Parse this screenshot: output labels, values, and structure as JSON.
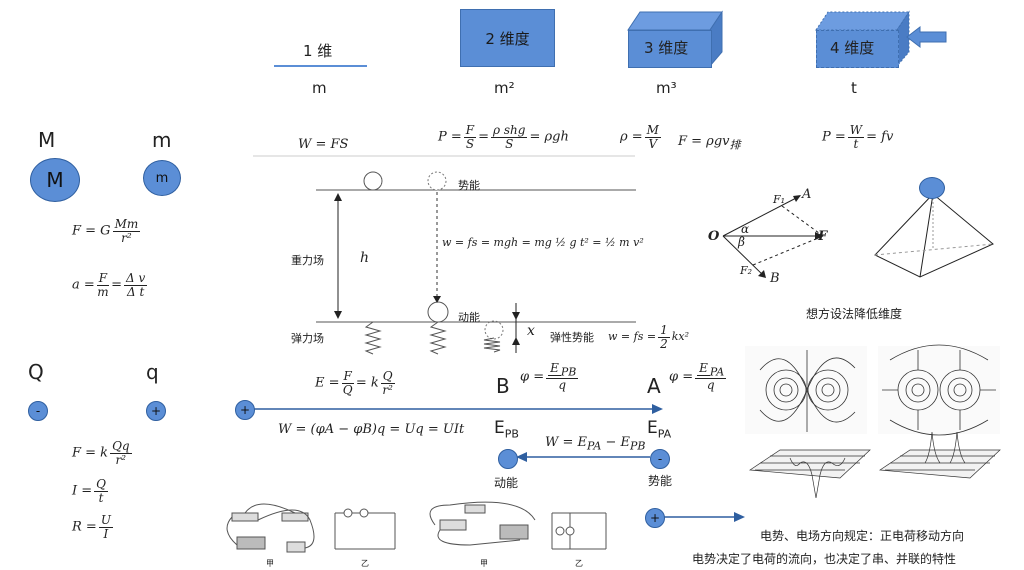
{
  "dimensions": {
    "d1": {
      "label": "1 维",
      "unit": "m"
    },
    "d2": {
      "label": "2 维度",
      "unit": "m²"
    },
    "d3": {
      "label": "3 维度",
      "unit": "m³"
    },
    "d4": {
      "label": "4 维度",
      "unit": "t"
    }
  },
  "mass": {
    "M_label": "M",
    "M_ball": "M",
    "m_label": "m",
    "m_ball": "m",
    "gravity_formula": [
      "F = G",
      "Mm",
      "r²"
    ],
    "accel_formula": [
      "a =",
      "F",
      "m",
      "=",
      "Δ v",
      "Δ t"
    ]
  },
  "charge": {
    "Q_label": "Q",
    "q_label": "q",
    "neg_sign": "-",
    "pos_sign": "+",
    "coulomb": [
      "F = k",
      "Qq",
      "r²"
    ],
    "current": [
      "I =",
      "Q",
      "t"
    ],
    "resistance": [
      "R =",
      "U",
      "I"
    ]
  },
  "top_formulas": {
    "work": "W = FS",
    "pressure": [
      "P =",
      "F",
      "S",
      "=",
      "ρ shg",
      "S",
      "= ρgh"
    ],
    "density": [
      "ρ =",
      "M",
      "V"
    ],
    "buoyancy": "F = ρgv",
    "buoyancy_sub": "排",
    "power": [
      "P =",
      "W",
      "t",
      "= fv"
    ]
  },
  "energy_diagram": {
    "potential": "势能",
    "kinetic": "动能",
    "gravity_field": "重力场",
    "elastic_field": "弹力场",
    "h": "h",
    "x": "x",
    "elastic_potential": "弹性势能",
    "work_gravity": "w = fs = mgh = mg ½ g t² = ½ m v²",
    "work_spring": [
      "w = fs =",
      "1",
      "2",
      "kx²"
    ]
  },
  "electric": {
    "E_formula": [
      "E =",
      "F",
      "Q",
      "= k",
      "Q",
      "r²"
    ],
    "B_label": "B",
    "A_label": "A",
    "phiB": [
      "φ =",
      "E",
      "PB",
      "q"
    ],
    "phiA": [
      "φ =",
      "E",
      "PA",
      "q"
    ],
    "work_formula": "W = (φA − φB)q = Uq = UIt",
    "EPB": "E",
    "EPB_sub": "PB",
    "EPA": "E",
    "EPA_sub": "PA",
    "WE": "W = E",
    "WE_sub1": "PA",
    "WE_mid": " − E",
    "WE_sub2": "PB",
    "kinetic": "动能",
    "potential": "势能",
    "plus": "+",
    "minus": "-"
  },
  "vector": {
    "O": "O",
    "A": "A",
    "B": "B",
    "F": "F",
    "F1": "F₁",
    "F2": "F₂",
    "alpha": "α",
    "beta": "β"
  },
  "caption_reduce": "想方设法降低维度",
  "caption_line1": "电势、电场方向规定：正电荷移动方向",
  "caption_line2": "电势决定了电荷的流向，也决定了串、并联的特性",
  "circuit_labels": {
    "jia": "甲",
    "yi": "乙"
  }
}
